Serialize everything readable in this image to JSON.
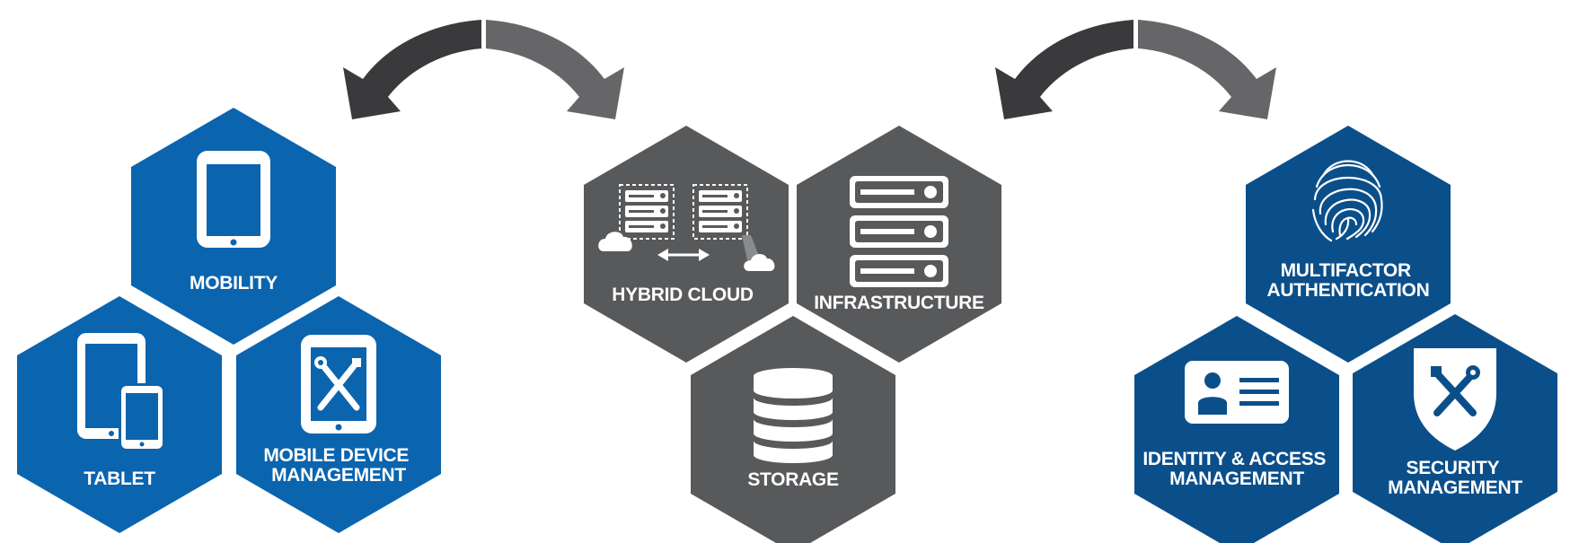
{
  "colors": {
    "blue": "#0b64ae",
    "navy": "#0b4f8a",
    "gray": "#58595b",
    "arrow_dark": "#3a3a3c",
    "arrow_light": "#666668",
    "icon": "#ffffff"
  },
  "groups": {
    "mobility": {
      "hexes": [
        {
          "id": "mobility",
          "lines": [
            "MOBILITY"
          ],
          "icon": "tablet-icon"
        },
        {
          "id": "tablet",
          "lines": [
            "TABLET"
          ],
          "icon": "devices-icon"
        },
        {
          "id": "mdm",
          "lines": [
            "MOBILE DEVICE",
            "MANAGEMENT"
          ],
          "icon": "tablet-tools-icon"
        }
      ]
    },
    "cloud": {
      "hexes": [
        {
          "id": "hybrid",
          "lines": [
            "HYBRID CLOUD"
          ],
          "icon": "hybrid-cloud-icon"
        },
        {
          "id": "infrastructure",
          "lines": [
            "INFRASTRUCTURE"
          ],
          "icon": "server-rack-icon"
        },
        {
          "id": "storage",
          "lines": [
            "STORAGE"
          ],
          "icon": "database-icon"
        }
      ]
    },
    "security": {
      "hexes": [
        {
          "id": "mfa",
          "lines": [
            "MULTIFACTOR",
            "AUTHENTICATION"
          ],
          "icon": "fingerprint-icon"
        },
        {
          "id": "iam",
          "lines": [
            "IDENTITY & ACCESS",
            "MANAGEMENT"
          ],
          "icon": "id-card-icon"
        },
        {
          "id": "secmgmt",
          "lines": [
            "SECURITY",
            "MANAGEMENT"
          ],
          "icon": "shield-tools-icon"
        }
      ]
    }
  },
  "arrows": [
    {
      "id": "arrow-mobility-cloud",
      "icon": "curved-double-arrow-icon"
    },
    {
      "id": "arrow-cloud-security",
      "icon": "curved-double-arrow-icon"
    }
  ]
}
